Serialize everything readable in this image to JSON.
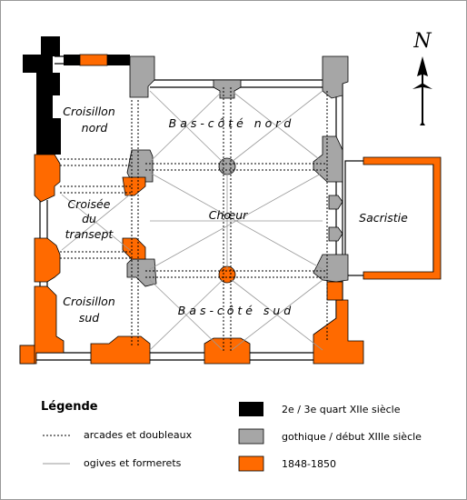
{
  "rooms": {
    "croisillon_nord": [
      "Croisillon",
      "nord"
    ],
    "bas_cote_nord": "B a s - c ô t é   n o r d",
    "croisee": [
      "Croisée",
      "du",
      "transept"
    ],
    "choeur": "Chœur",
    "sacristie": "Sacristie",
    "croisillon_sud": [
      "Croisillon",
      "sud"
    ],
    "bas_cote_sud": "B a s - c ô t é   s u d"
  },
  "north_arrow": {
    "letter": "N"
  },
  "legend": {
    "title": "Légende",
    "lines": [
      {
        "label": "arcades et doubleaux",
        "style": "dotted"
      },
      {
        "label": "ogives et formerets",
        "style": "thin"
      }
    ],
    "periods": [
      {
        "label": "2e / 3e quart XIIe siècle",
        "color": "#000000"
      },
      {
        "label": "gothique / début XIIIe siècle",
        "color": "#a6a6a6"
      },
      {
        "label": "1848-1850",
        "color": "#ff6a00"
      }
    ]
  },
  "colors": {
    "period_12th": "#000000",
    "period_gothic": "#a6a6a6",
    "period_1848": "#ff6a00",
    "border": "#999999"
  }
}
